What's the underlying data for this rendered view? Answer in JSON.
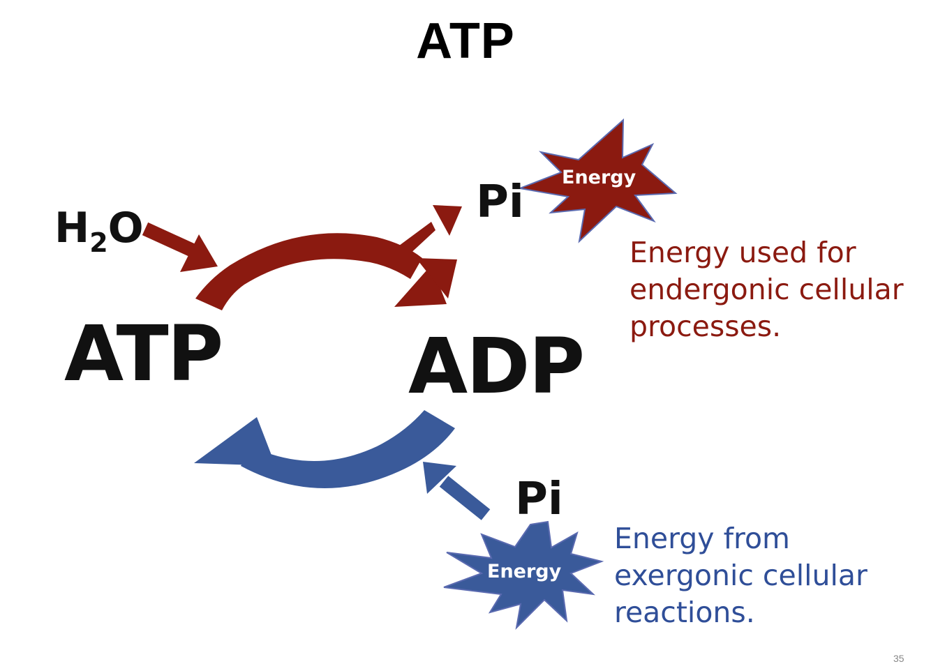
{
  "slide": {
    "title": "ATP",
    "page_number": "35"
  },
  "diagram": {
    "atp_label": "ATP",
    "adp_label": "ADP",
    "water_main": "H",
    "water_sub": "2",
    "water_end": "O",
    "pi_top": "Pi",
    "pi_bottom": "Pi",
    "energy_released": "Energy",
    "energy_input": "Energy",
    "note_endergonic": "Energy used for\nendergonic cellular\nprocesses.",
    "note_exergonic": "Energy from\nexergonic cellular\nreactions."
  },
  "colors": {
    "hydrolysis_arrow": "#8B1A10",
    "synthesis_arrow": "#3A5A9A",
    "endergonic_text": "#8B1A10",
    "exergonic_text": "#2F4E98"
  }
}
